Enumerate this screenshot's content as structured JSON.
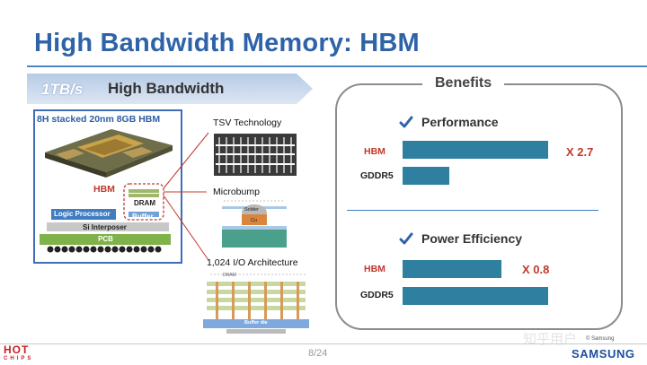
{
  "slide": {
    "title": "High Bandwidth Memory: HBM",
    "page_number": "8/24"
  },
  "banner": {
    "speed": "1TB/s",
    "label": "High Bandwidth"
  },
  "hbm_diagram": {
    "box_title": "8H stacked 20nm 8GB HBM",
    "hbm_label": "HBM",
    "dram_label": "DRAM",
    "buffer_label": "Buffer",
    "logic_processor_label": "Logic Processor",
    "si_interposer_label": "Si Interposer",
    "pcb_label": "PCB"
  },
  "tech": {
    "tsv": "TSV Technology",
    "microbump": "Microbump",
    "solder": "Solder",
    "cu": "Cu",
    "io": "1,024 I/O Architecture",
    "buffer_die": "Buffer die",
    "dram_tag": "DRAM"
  },
  "benefits": {
    "title": "Benefits",
    "performance": {
      "title": "Performance",
      "rows": [
        {
          "label": "HBM",
          "value": 1.0,
          "multiplier": "X 2.7",
          "label_color": "#c0392b"
        },
        {
          "label": "GDDR5",
          "value": 0.32,
          "multiplier": "",
          "label_color": "#222222"
        }
      ]
    },
    "efficiency": {
      "title": "Power Efficiency",
      "rows": [
        {
          "label": "HBM",
          "value": 0.68,
          "multiplier": "X 0.8",
          "label_color": "#c0392b"
        },
        {
          "label": "GDDR5",
          "value": 1.0,
          "multiplier": "",
          "label_color": "#222222"
        }
      ]
    },
    "bar_color": "#2f7fa0"
  },
  "footer": {
    "hot": "HOT",
    "chips": "CHIPS",
    "samsung": "SAMSUNG",
    "copyright": "© Samsung",
    "watermark": "知乎用户"
  }
}
